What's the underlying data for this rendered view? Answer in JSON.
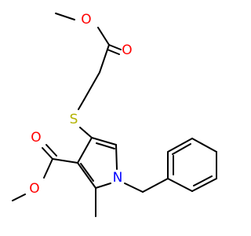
{
  "colors": {
    "bond": "#000000",
    "oxygen": "#ff0000",
    "sulfur": "#b3b300",
    "nitrogen": "#0000ff",
    "background": "#ffffff"
  },
  "atoms": {
    "o_ester_top": {
      "symbol": "O",
      "element": "oxygen"
    },
    "o_carbonyl_top": {
      "symbol": "O",
      "element": "oxygen"
    },
    "s_thioether": {
      "symbol": "S",
      "element": "sulfur"
    },
    "o_carbonyl_left": {
      "symbol": "O",
      "element": "oxygen"
    },
    "o_ester_left": {
      "symbol": "O",
      "element": "oxygen"
    },
    "n_pyrrole": {
      "symbol": "N",
      "element": "nitrogen"
    }
  }
}
